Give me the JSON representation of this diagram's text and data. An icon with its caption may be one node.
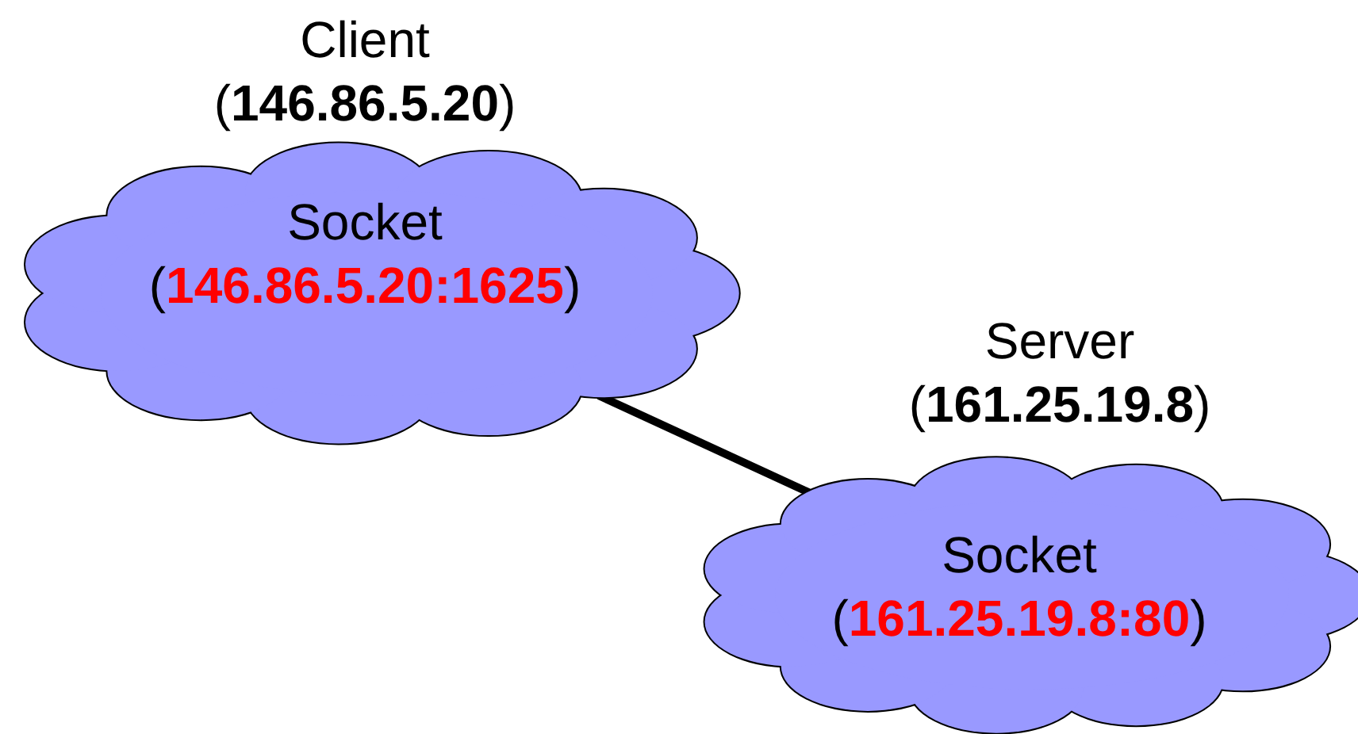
{
  "diagram": {
    "nodes": [
      {
        "text": [
          "Client (**146.86.5.20**)",
          "Socket (**146.86.5.20:1625**)"
        ]
      },
      {
        "text": [
          "Server (**161.25.19.8**)",
          "Socket (**161.25.19.8:80**)"
        ]
      }
    ],
    "edges": [
      {
        "from": 0,
        "to": 1,
        "arrow": "none"
      }
    ]
  }
}
